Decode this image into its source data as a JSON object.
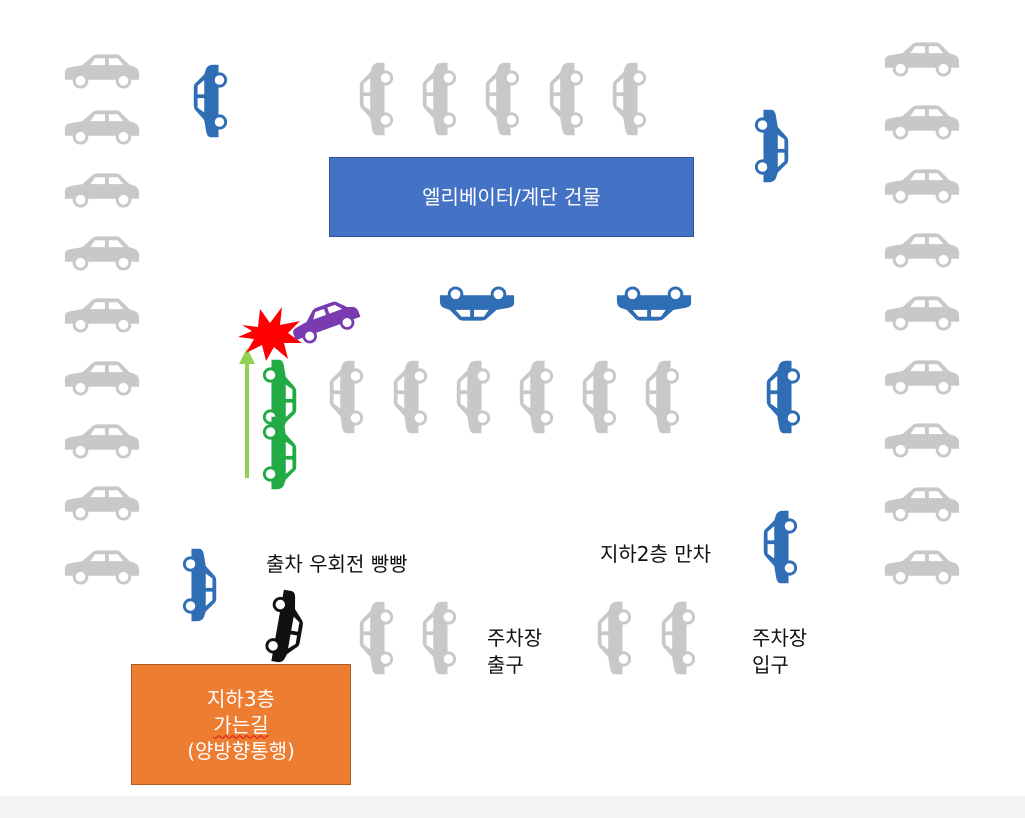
{
  "colors": {
    "gray_car": "#c8c8c8",
    "blue_car": "#2f6db5",
    "green_car": "#22aa44",
    "purple_car": "#7a3bb0",
    "black_car": "#111111",
    "building": "#4472c4",
    "building_border": "#2f528f",
    "ramp": "#ed7d31",
    "ramp_border": "#ae5a21",
    "crash": "#ff0000",
    "arrow": "#92d050"
  },
  "building": {
    "label": "엘리베이터/계단 건물"
  },
  "ramp": {
    "line1": "지하3층",
    "line2": "가는길",
    "line3": "(양방향통행)"
  },
  "labels": {
    "exit_maneuver": "출차 우회전 빵빵",
    "full_parking": "지하2층 만차",
    "exit_line1": "주차장",
    "exit_line2": "출구",
    "entrance_line1": "주차장",
    "entrance_line2": "입구"
  },
  "icons": {
    "car": "car-icon",
    "collision": "collision-burst-icon",
    "arrow": "arrow-up-icon"
  }
}
